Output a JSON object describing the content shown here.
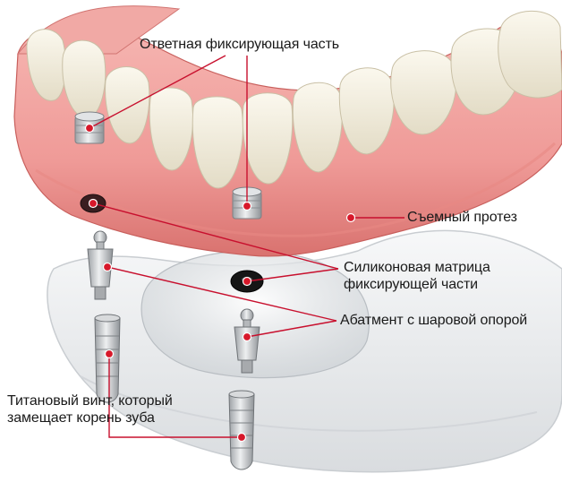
{
  "labels": {
    "retainer_part": "Ответная фиксирующая часть",
    "removable_denture": "Съемный протез",
    "silicone_matrix_line1": "Силиконовая матрица",
    "silicone_matrix_line2": "фиксирующей части",
    "ball_abutment": "Абатмент с шаровой опорой",
    "titanium_screw_line1": "Титановый винт, который",
    "titanium_screw_line2": "замещает корень зуба"
  },
  "colors": {
    "callout_line": "#c8102e",
    "callout_dot": "#d7182a",
    "gum": "#ef9a97",
    "gum_shadow": "#d9726f",
    "tooth": "#f3efe2",
    "jaw_model": "#eceef0",
    "metal": "#c9cbcd",
    "label_text": "#1a1a1a"
  }
}
